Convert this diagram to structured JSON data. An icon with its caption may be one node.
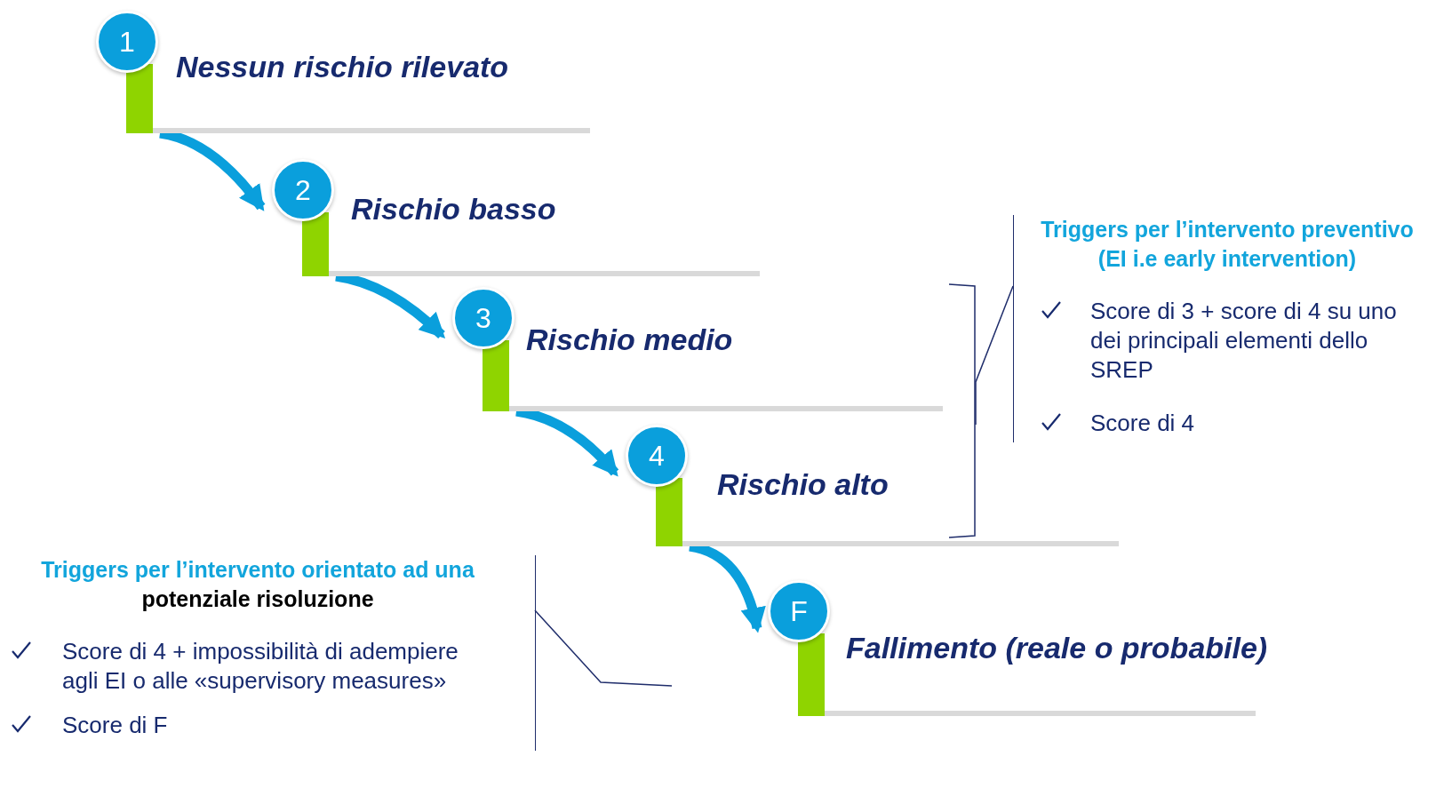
{
  "diagram": {
    "nodes": [
      {
        "text": [
          "1",
          "Nessun rischio rilevato"
        ]
      },
      {
        "text": [
          "2",
          "Rischio basso"
        ]
      },
      {
        "text": [
          "3",
          "Rischio medio"
        ]
      },
      {
        "text": [
          "4",
          "Rischio alto"
        ]
      },
      {
        "text": [
          "F",
          "Fallimento (reale o probabile)"
        ]
      },
      {
        "text": [
          "Triggers per l’intervento preventivo (EI i.e early intervention)",
          "Score di 3 + score di 4 su uno dei principali elementi dello SREP",
          "Score di 4"
        ]
      },
      {
        "text": [
          "Triggers per l’intervento orientato ad una",
          "potenziale risoluzione",
          "Score di 4 + impossibilità di adempiere agli EI o alle «supervisory measures»",
          "Score di F"
        ]
      }
    ],
    "edges": [
      {
        "from": 0,
        "to": 1,
        "arrow": "to"
      },
      {
        "from": 1,
        "to": 2,
        "arrow": "to"
      },
      {
        "from": 2,
        "to": 3,
        "arrow": "to"
      },
      {
        "from": 3,
        "to": 4,
        "arrow": "to"
      },
      {
        "from": 5,
        "to": 3,
        "arrow": "none",
        "color": "#1f2d6b"
      },
      {
        "from": 6,
        "to": null,
        "arrow": "none",
        "color": "#1f2d6b"
      }
    ]
  }
}
